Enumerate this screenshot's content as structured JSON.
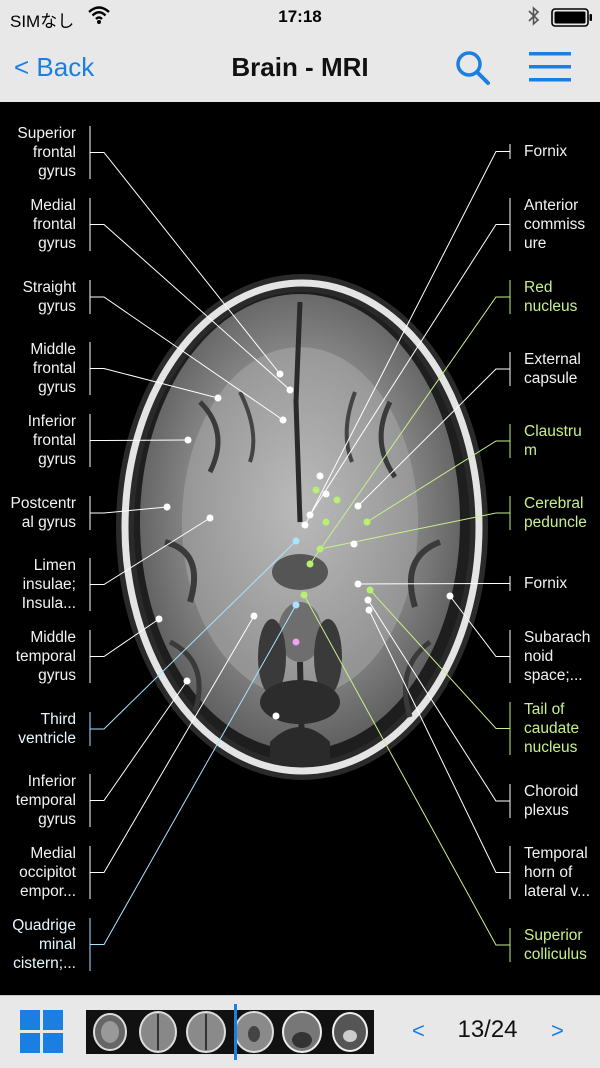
{
  "status": {
    "carrier": "SIMなし",
    "time": "17:18"
  },
  "nav": {
    "back_label": "< Back",
    "title": "Brain - MRI"
  },
  "labels_left": [
    {
      "text": "Superior\nfrontal\ngyrus",
      "color": "white"
    },
    {
      "text": "Medial\nfrontal\ngyrus",
      "color": "white"
    },
    {
      "text": "Straight\ngyrus",
      "color": "white"
    },
    {
      "text": "Middle\nfrontal\ngyrus",
      "color": "white"
    },
    {
      "text": "Inferior\nfrontal\ngyrus",
      "color": "white"
    },
    {
      "text": "Postcentr\nal gyrus",
      "color": "white"
    },
    {
      "text": "Limen\ninsulae;\nInsula...",
      "color": "white"
    },
    {
      "text": "Middle\ntemporal\ngyrus",
      "color": "white"
    },
    {
      "text": "Third\nventricle",
      "color": "cyan"
    },
    {
      "text": "Inferior\ntemporal\ngyrus",
      "color": "white"
    },
    {
      "text": "Medial\noccipitot\nempor...",
      "color": "white"
    },
    {
      "text": "Quadrige\nminal\ncistern;...",
      "color": "cyan"
    }
  ],
  "labels_right": [
    {
      "text": "Fornix",
      "color": "white"
    },
    {
      "text": "Anterior\ncommiss\nure",
      "color": "white"
    },
    {
      "text": "Red\nnucleus",
      "color": "green"
    },
    {
      "text": "External\ncapsule",
      "color": "white"
    },
    {
      "text": "Claustru\nm",
      "color": "green"
    },
    {
      "text": "Cerebral\npeduncle",
      "color": "green"
    },
    {
      "text": "Fornix",
      "color": "white"
    },
    {
      "text": "Subarach\nnoid\nspace;...",
      "color": "white"
    },
    {
      "text": "Tail of\ncaudate\nnucleus",
      "color": "green"
    },
    {
      "text": "Choroid\nplexus",
      "color": "white"
    },
    {
      "text": "Temporal\nhorn of\nlateral v...",
      "color": "white"
    },
    {
      "text": "Superior\ncolliculus",
      "color": "green"
    }
  ],
  "pager": {
    "prev": "<",
    "next": ">",
    "count": "13/24"
  },
  "colors": {
    "accent": "#1a7fe0",
    "green_label": "#c8f08c",
    "cyan_label": "#e6f7ff"
  }
}
